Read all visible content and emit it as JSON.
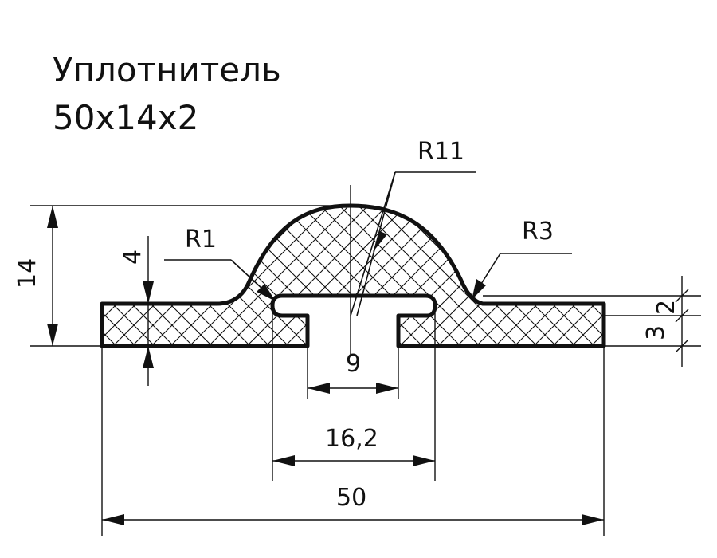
{
  "title": {
    "line1": "Уплотнитель",
    "line2": "50х14х2"
  },
  "dimensions": {
    "total_width": "50",
    "inner_width": "16,2",
    "slot_width": "9",
    "total_height": "14",
    "flange_thickness": "4",
    "lip_gap": "2",
    "base_height": "3",
    "radius_top": "R11",
    "radius_inner": "R1",
    "radius_fillet": "R3"
  },
  "colors": {
    "line": "#111111",
    "background": "#ffffff"
  }
}
